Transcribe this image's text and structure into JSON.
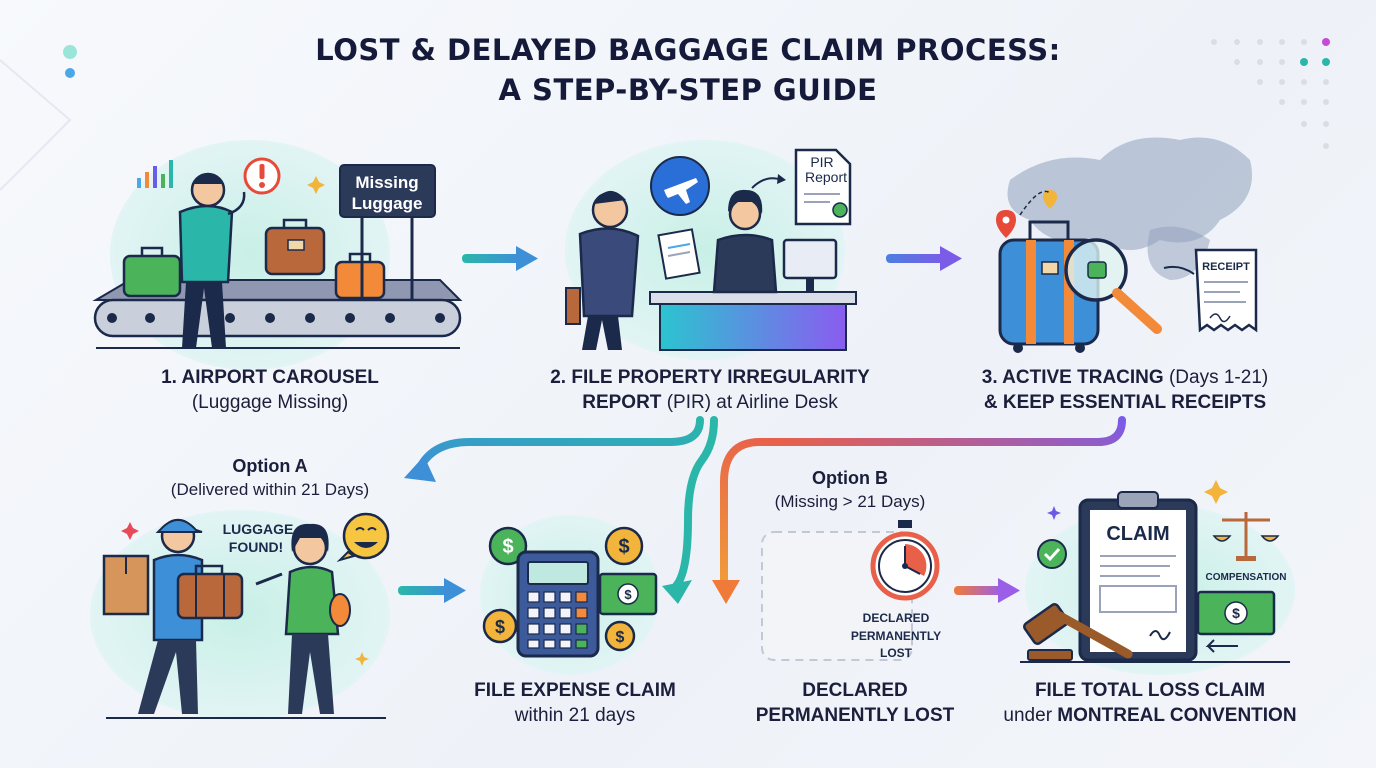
{
  "title": {
    "line1": "LOST & DELAYED BAGGAGE CLAIM PROCESS:",
    "line2": "A STEP-BY-STEP GUIDE"
  },
  "steps": [
    {
      "bold": "1. AIRPORT CAROUSEL",
      "sub": "(Luggage Missing)"
    },
    {
      "bold1": "2. FILE PROPERTY IRREGULARITY",
      "bold2": "REPORT",
      "sub": " (PIR) at Airline Desk"
    },
    {
      "bold1": "3. ACTIVE TRACING",
      "sub": " (Days 1-21)",
      "bold2": "& KEEP ESSENTIAL RECEIPTS"
    }
  ],
  "option_a": {
    "title": "Option A",
    "sub": "(Delivered within 21 Days)"
  },
  "option_b": {
    "title": "Option B",
    "sub": "(Missing > 21 Days)"
  },
  "outcomes": [
    {
      "bold": "FILE EXPENSE CLAIM",
      "sub": "within 21 days"
    },
    {
      "bold1": "DECLARED",
      "bold2": "PERMANENTLY LOST"
    },
    {
      "bold1": "FILE TOTAL LOSS CLAIM",
      "sub": "under ",
      "bold2": "MONTREAL CONVENTION"
    }
  ],
  "illustration_text": {
    "missing_sign_line1": "Missing",
    "missing_sign_line2": "Luggage",
    "pir_doc_line1": "PIR",
    "pir_doc_line2": "Report",
    "receipt": "RECEIPT",
    "luggage_found_line1": "LUGGAGE",
    "luggage_found_line2": "FOUND!",
    "declared_line1": "DECLARED",
    "declared_line2": "PERMANENTLY",
    "declared_line3": "LOST",
    "claim": "CLAIM",
    "compensation": "COMPENSATION"
  },
  "colors": {
    "teal": "#2ab7a9",
    "blue": "#3d8fd8",
    "purple": "#6b5ce7",
    "orange": "#f28a3a",
    "navy": "#1b2a4a",
    "green": "#4bb35a"
  },
  "icons": [
    "alert-icon",
    "airplane-icon",
    "location-pin-icon",
    "magnifier-icon",
    "smile-emoji-icon",
    "stopwatch-icon",
    "check-icon",
    "scale-icon",
    "gavel-icon",
    "dollar-coin-icon",
    "calculator-icon",
    "sparkle-icon"
  ]
}
